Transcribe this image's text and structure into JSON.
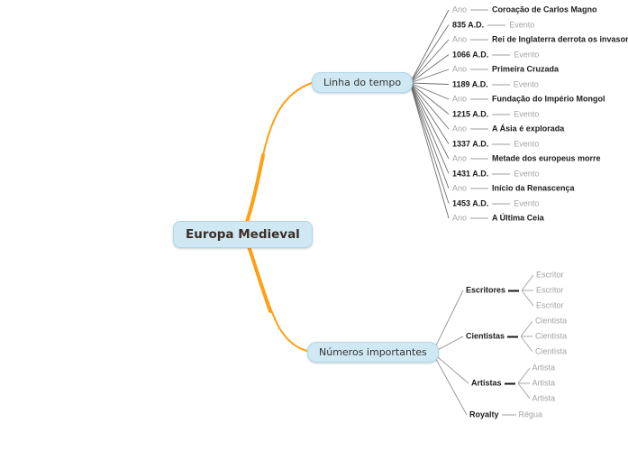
{
  "app": {
    "kind": "mind-map"
  },
  "colors": {
    "node_fill": "#cfe8f3",
    "node_border": "#b0d7e7",
    "branch_orange": "#ffa014",
    "dark_text": "#1b1b1b",
    "gray_text": "#a3a3a3",
    "line_gray": "#9e9e9e"
  },
  "center": {
    "label": "Europa Medieval"
  },
  "timeline": {
    "label": "Linha do tempo",
    "rows": [
      {
        "left": "Ano",
        "right": "Coroação de Carlos Magno",
        "emphasis": "right"
      },
      {
        "left": "835 A.D.",
        "right": "Evento",
        "emphasis": "left"
      },
      {
        "left": "Ano",
        "right": "Rei de Inglaterra derrota os invasores",
        "emphasis": "right"
      },
      {
        "left": "1066 A.D.",
        "right": "Evento",
        "emphasis": "left"
      },
      {
        "left": "Ano",
        "right": "Primeira Cruzada",
        "emphasis": "right"
      },
      {
        "left": "1189 A.D.",
        "right": "Evento",
        "emphasis": "left"
      },
      {
        "left": "Ano",
        "right": "Fundação do Império Mongol",
        "emphasis": "right"
      },
      {
        "left": "1215 A.D.",
        "right": "Evento",
        "emphasis": "left"
      },
      {
        "left": "Ano",
        "right": "A Ásia é explorada",
        "emphasis": "right"
      },
      {
        "left": "1337 A.D.",
        "right": "Evento",
        "emphasis": "left"
      },
      {
        "left": "Ano",
        "right": "Metade dos europeus morre",
        "emphasis": "right"
      },
      {
        "left": "1431 A.D.",
        "right": "Evento",
        "emphasis": "left"
      },
      {
        "left": "Ano",
        "right": "Início da Renascença",
        "emphasis": "right"
      },
      {
        "left": "1453 A.D.",
        "right": "Evento",
        "emphasis": "left"
      },
      {
        "left": "Ano",
        "right": "A Última Ceia",
        "emphasis": "right"
      }
    ]
  },
  "numbers": {
    "label": "Números importantes",
    "groups": [
      {
        "label": "Escritores",
        "children": [
          "Escritor",
          "Escritor",
          "Escritor"
        ]
      },
      {
        "label": "Cientistas",
        "children": [
          "Cientista",
          "Cientista",
          "Cientista"
        ]
      },
      {
        "label": "Artistas",
        "children": [
          "Artista",
          "Artista",
          "Artista"
        ]
      },
      {
        "label": "Royalty",
        "children": [
          "Régua"
        ]
      }
    ]
  }
}
